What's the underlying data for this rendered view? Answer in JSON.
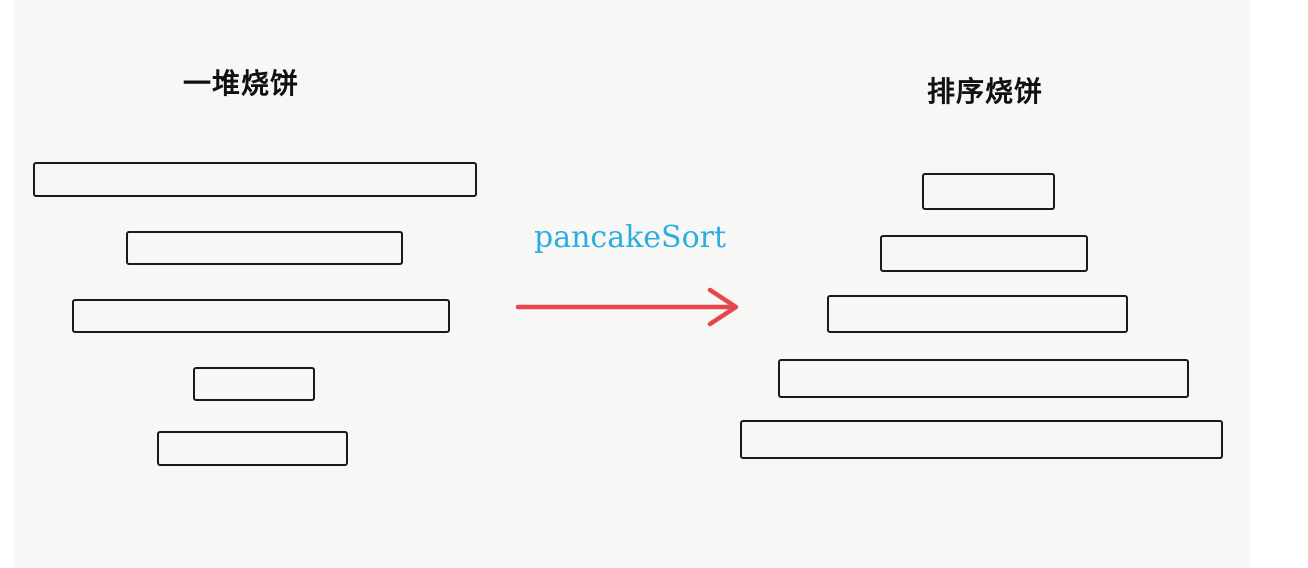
{
  "left_stack": {
    "title": "一堆烧饼"
  },
  "right_stack": {
    "title": "排序烧饼"
  },
  "operation": {
    "label": "pancakeSort"
  },
  "colors": {
    "label": "#2eaee0",
    "arrow": "#e8454a",
    "outline": "#1a1a1a"
  }
}
